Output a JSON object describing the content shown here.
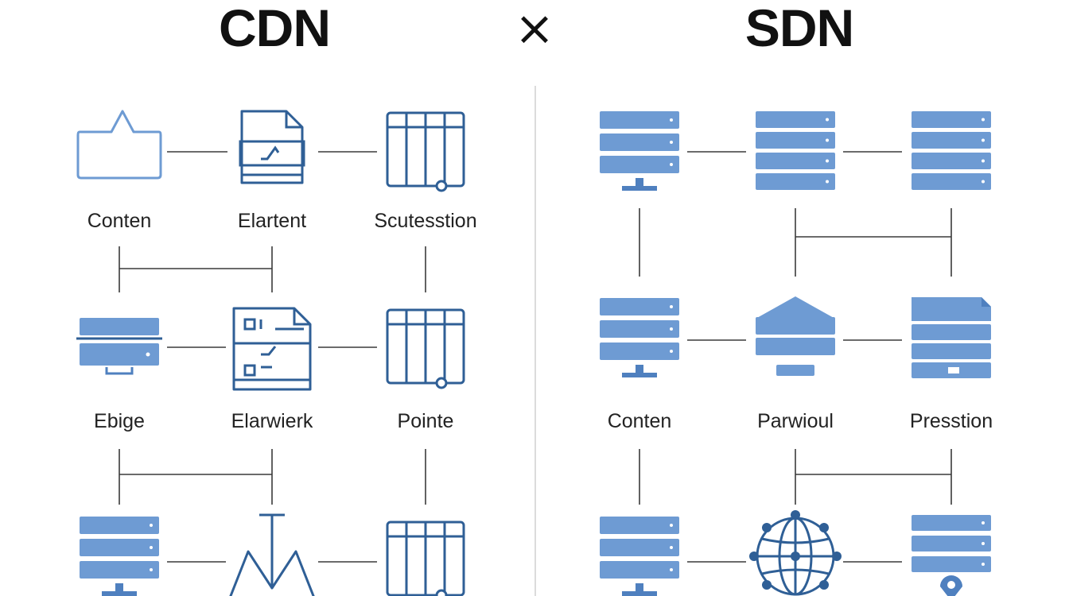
{
  "titles": {
    "left": "CDN",
    "separator": "×",
    "right": "SDN"
  },
  "colors": {
    "outline": "#2f5f96",
    "fill": "#6e9bd3",
    "fill_dark": "#4f80bf",
    "connector": "#3a3a3a",
    "divider": "#cfcfcf"
  },
  "cdn": {
    "nodes": [
      {
        "icon": "folder-icon",
        "label": "Conten"
      },
      {
        "icon": "document-icon",
        "label": "Elartent"
      },
      {
        "icon": "storage-grid-icon",
        "label": "Scutesstion"
      },
      {
        "icon": "edge-server-icon",
        "label": "Ebige"
      },
      {
        "icon": "checklist-document-icon",
        "label": "Elarwierk"
      },
      {
        "icon": "storage-grid-icon",
        "label": "Pointe"
      },
      {
        "icon": "server-rack-icon",
        "label": ""
      },
      {
        "icon": "antenna-tower-icon",
        "label": ""
      },
      {
        "icon": "storage-grid-icon",
        "label": ""
      }
    ]
  },
  "sdn": {
    "nodes": [
      {
        "icon": "server-rack-icon",
        "label": ""
      },
      {
        "icon": "server-rack-icon",
        "label": ""
      },
      {
        "icon": "server-rack-icon",
        "label": ""
      },
      {
        "icon": "server-rack-icon",
        "label": "Conten"
      },
      {
        "icon": "controller-server-icon",
        "label": "Parwioul"
      },
      {
        "icon": "file-server-icon",
        "label": "Presstion"
      },
      {
        "icon": "server-rack-icon",
        "label": ""
      },
      {
        "icon": "globe-network-icon",
        "label": ""
      },
      {
        "icon": "location-server-icon",
        "label": ""
      }
    ]
  }
}
